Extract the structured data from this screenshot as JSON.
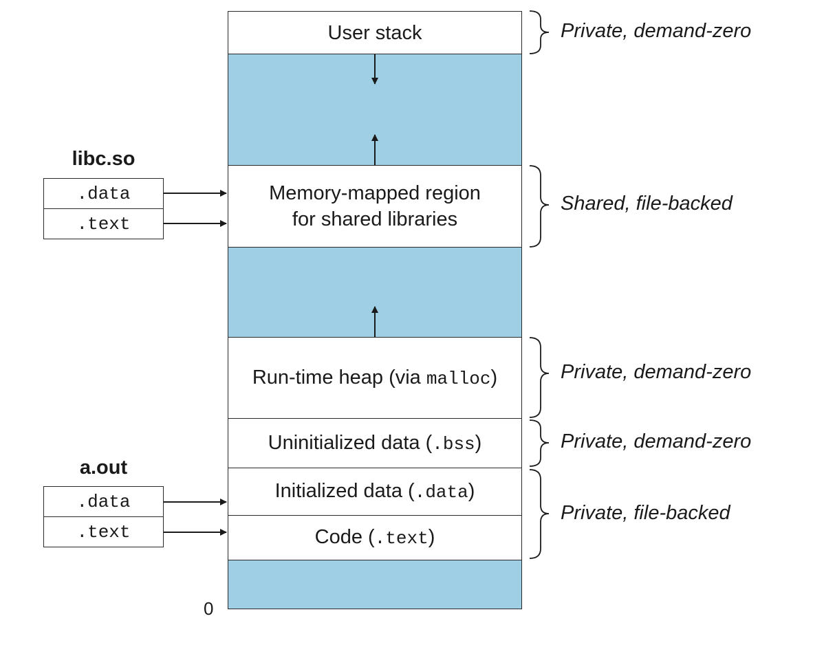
{
  "regions": {
    "user_stack": "User stack",
    "mmap_line1": "Memory-mapped region",
    "mmap_line2": "for shared libraries",
    "heap_prefix": "Run-time heap (via ",
    "heap_code": "malloc",
    "heap_suffix": ")",
    "bss_prefix": "Uninitialized data (",
    "bss_code": ".bss",
    "bss_suffix": ")",
    "data_prefix": "Initialized data (",
    "data_code": ".data",
    "data_suffix": ")",
    "code_prefix": "Code (",
    "code_code": ".text",
    "code_suffix": ")"
  },
  "notes": {
    "stack": "Private, demand-zero",
    "mmap": "Shared, file-backed",
    "heap": "Private, demand-zero",
    "bss": "Private, demand-zero",
    "aout": "Private, file-backed"
  },
  "files": {
    "libc": {
      "title": "libc.so",
      "sections": [
        ".data",
        ".text"
      ]
    },
    "aout": {
      "title": "a.out",
      "sections": [
        ".data",
        ".text"
      ]
    }
  },
  "address_zero": "0",
  "colors": {
    "unmapped": "#9ecfe5",
    "line": "#2a2a2a"
  }
}
